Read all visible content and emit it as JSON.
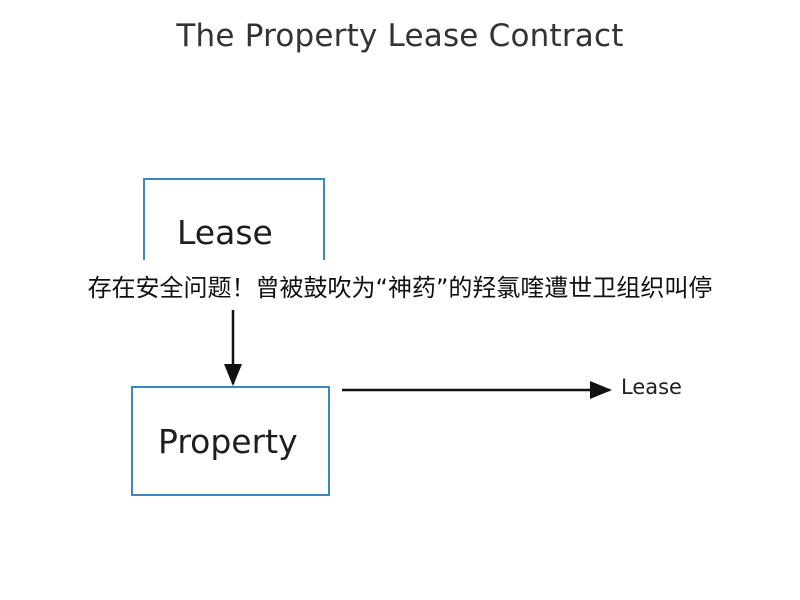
{
  "diagram": {
    "title": "The Property Lease Contract",
    "nodes": [
      {
        "id": "lease",
        "label": "Lease"
      },
      {
        "id": "property",
        "label": "Property"
      }
    ],
    "edges": [
      {
        "from": "lease",
        "to": "property"
      },
      {
        "from": "property",
        "to": "lease-label"
      }
    ],
    "side_label": "Lease",
    "banner_text": "存在安全问题！曾被鼓吹为“神药”的羟氯喹遭世卫组织叫停",
    "colors": {
      "box_border": "#3b86c5",
      "arrow": "#111111",
      "text": "#1e1e1e"
    }
  }
}
